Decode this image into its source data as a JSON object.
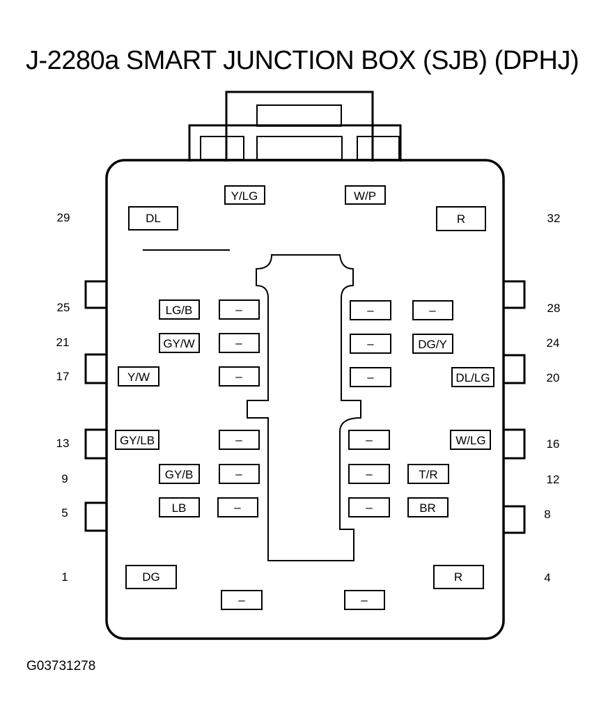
{
  "title": "J-2280a SMART JUNCTION BOX (SJB) (DPHJ)",
  "figure_id": "G03731278",
  "pin_numbers": {
    "p29": "29",
    "p32": "32",
    "p25": "25",
    "p28": "28",
    "p21": "21",
    "p24": "24",
    "p17": "17",
    "p20": "20",
    "p13": "13",
    "p16": "16",
    "p9": "9",
    "p12": "12",
    "p5": "5",
    "p8": "8",
    "p1": "1",
    "p4": "4"
  },
  "wire_colors": {
    "top_left": "Y/LG",
    "top_right": "W/P",
    "pin29": "DL",
    "pin32": "R",
    "pin25": "LG/B",
    "pin28_inner": "–",
    "pin21": "GY/W",
    "pin24": "DG/Y",
    "pin17": "Y/W",
    "pin20": "DL/LG",
    "pin13": "GY/LB",
    "pin16": "W/LG",
    "pin9": "GY/B",
    "pin12": "T/R",
    "pin5": "LB",
    "pin8": "BR",
    "pin1": "DG",
    "pin4": "R"
  },
  "empty_cavity": "–"
}
